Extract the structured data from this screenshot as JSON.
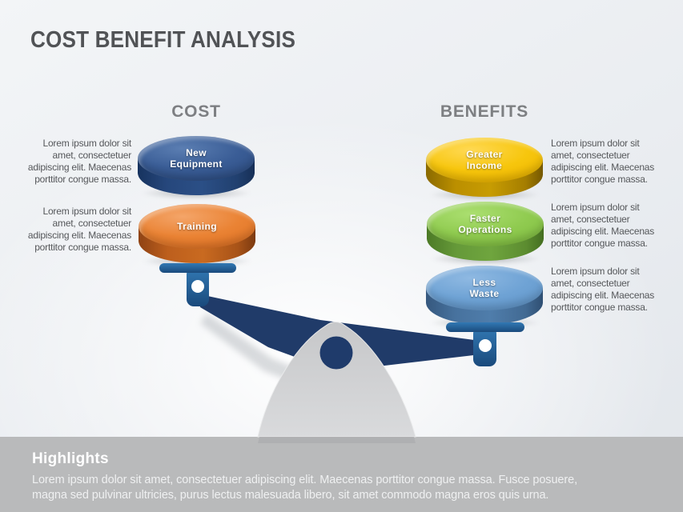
{
  "slide_title": "COST BENEFIT ANALYSIS",
  "columns": {
    "cost_heading": "COST",
    "benefits_heading": "BENEFITS"
  },
  "side_paragraph_lines": [
    "Lorem ipsum dolor sit",
    "amet, consectetuer",
    "adipiscing elit. Maecenas",
    "porttitor congue massa."
  ],
  "cost_items": [
    {
      "id": "new-equipment",
      "label_line1": "New",
      "label_line2": "Equipment",
      "color": "#2f5591"
    },
    {
      "id": "training",
      "label_line1": "Training",
      "label_line2": "",
      "color": "#e87d2e"
    }
  ],
  "benefit_items": [
    {
      "id": "greater-income",
      "label_line1": "Greater",
      "label_line2": "Income",
      "color": "#f5c30c"
    },
    {
      "id": "faster-operations",
      "label_line1": "Faster",
      "label_line2": "Operations",
      "color": "#8cc44d"
    },
    {
      "id": "less-waste",
      "label_line1": "Less",
      "label_line2": "Waste",
      "color": "#6b9fd2"
    }
  ],
  "highlights": {
    "heading": "Highlights",
    "line1": "Lorem ipsum dolor sit amet, consectetuer adipiscing elit. Maecenas porttitor congue massa. Fusce posuere,",
    "line2": "magna sed pulvinar ultricies, purus lectus malesuada libero, sit amet commodo magna eros quis urna."
  },
  "colors": {
    "beam_navy": "#203b69",
    "pedestal_blue": "#2a6ba3",
    "dome_gray": "#d0d1d3",
    "footer_bar_gray": "#b9babb",
    "title_gray": "#515356",
    "heading_gray": "#7d7f82"
  }
}
